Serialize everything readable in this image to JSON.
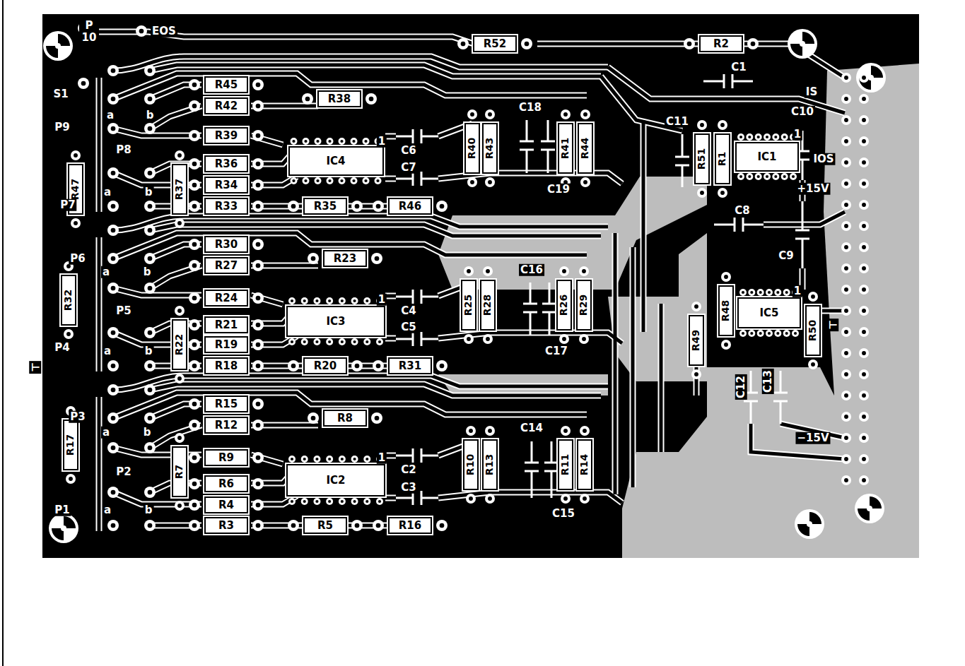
{
  "diagram": {
    "nodes": [
      {
        "text": [
          "R52"
        ]
      },
      {
        "text": [
          "R2"
        ]
      },
      {
        "text": [
          "R45"
        ]
      },
      {
        "text": [
          "R42"
        ]
      },
      {
        "text": [
          "R38"
        ]
      },
      {
        "text": [
          "R39"
        ]
      },
      {
        "text": [
          "IC4"
        ]
      },
      {
        "text": [
          "R40"
        ]
      },
      {
        "text": [
          "R43"
        ]
      },
      {
        "text": [
          "R41"
        ]
      },
      {
        "text": [
          "R44"
        ]
      },
      {
        "text": [
          "R51"
        ]
      },
      {
        "text": [
          "R1"
        ]
      },
      {
        "text": [
          "IC1"
        ]
      },
      {
        "text": [
          "R36"
        ]
      },
      {
        "text": [
          "R34"
        ]
      },
      {
        "text": [
          "R47"
        ]
      },
      {
        "text": [
          "R37"
        ]
      },
      {
        "text": [
          "R33"
        ]
      },
      {
        "text": [
          "R35"
        ]
      },
      {
        "text": [
          "R46"
        ]
      },
      {
        "text": [
          "R30"
        ]
      },
      {
        "text": [
          "R27"
        ]
      },
      {
        "text": [
          "R23"
        ]
      },
      {
        "text": [
          "R32"
        ]
      },
      {
        "text": [
          "R24"
        ]
      },
      {
        "text": [
          "IC3"
        ]
      },
      {
        "text": [
          "R25"
        ]
      },
      {
        "text": [
          "R28"
        ]
      },
      {
        "text": [
          "R26"
        ]
      },
      {
        "text": [
          "R29"
        ]
      },
      {
        "text": [
          "R48"
        ]
      },
      {
        "text": [
          "IC5"
        ]
      },
      {
        "text": [
          "R50"
        ]
      },
      {
        "text": [
          "R49"
        ]
      },
      {
        "text": [
          "R21"
        ]
      },
      {
        "text": [
          "R19"
        ]
      },
      {
        "text": [
          "R22"
        ]
      },
      {
        "text": [
          "R18"
        ]
      },
      {
        "text": [
          "R20"
        ]
      },
      {
        "text": [
          "R31"
        ]
      },
      {
        "text": [
          "R15"
        ]
      },
      {
        "text": [
          "R12"
        ]
      },
      {
        "text": [
          "R8"
        ]
      },
      {
        "text": [
          "R17"
        ]
      },
      {
        "text": [
          "R9"
        ]
      },
      {
        "text": [
          "IC2"
        ]
      },
      {
        "text": [
          "R10"
        ]
      },
      {
        "text": [
          "R13"
        ]
      },
      {
        "text": [
          "R11"
        ]
      },
      {
        "text": [
          "R14"
        ]
      },
      {
        "text": [
          "R7"
        ]
      },
      {
        "text": [
          "R6"
        ]
      },
      {
        "text": [
          "R4"
        ]
      },
      {
        "text": [
          "R3"
        ]
      },
      {
        "text": [
          "R5"
        ]
      },
      {
        "text": [
          "R16"
        ]
      }
    ],
    "labels": [
      "P 10",
      "EOS",
      "S1",
      "a",
      "b",
      "P9",
      "P8",
      "a",
      "b",
      "P7",
      "P6",
      "a",
      "b",
      "P5",
      "P4",
      "a",
      "b",
      "⊥",
      "P3",
      "a",
      "b",
      "P2",
      "P1",
      "a",
      "b",
      "C1",
      "IS",
      "C10",
      "C11",
      "IOS",
      "+15V",
      "C8",
      "C9",
      "C18",
      "C19",
      "C6",
      "C7",
      "C16",
      "C17",
      "C4",
      "C5",
      "C14",
      "C15",
      "C2",
      "C3",
      "C12",
      "C13",
      "−15V",
      "⊥",
      "1",
      "1",
      "1",
      "1",
      "1"
    ]
  }
}
